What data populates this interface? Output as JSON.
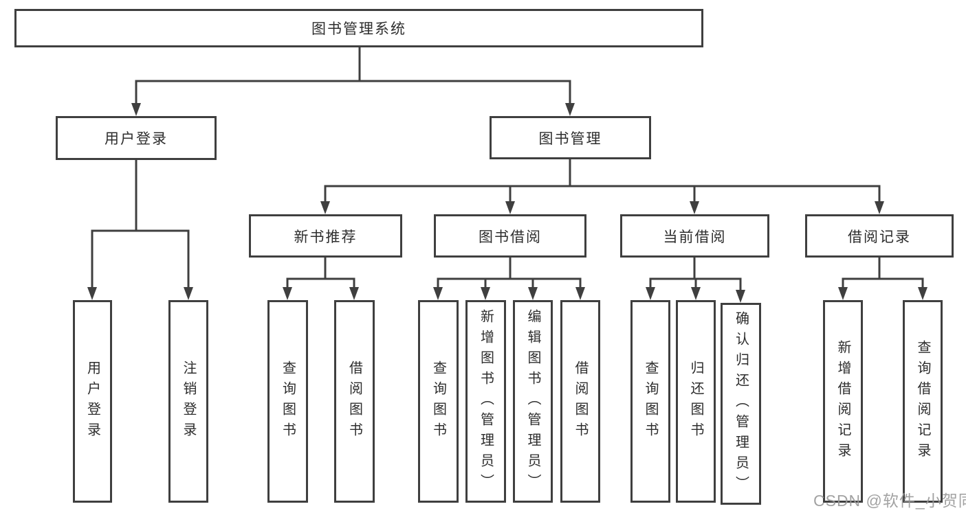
{
  "tree": {
    "root": {
      "label": "图书管理系统"
    },
    "user": {
      "label": "用户登录",
      "children": [
        {
          "label": "用户登录"
        },
        {
          "label": "注销登录"
        }
      ]
    },
    "book": {
      "label": "图书管理",
      "children": [
        {
          "label": "新书推荐",
          "children": [
            {
              "label": "查询图书"
            },
            {
              "label": "借阅图书"
            }
          ]
        },
        {
          "label": "图书借阅",
          "children": [
            {
              "label": "查询图书"
            },
            {
              "label": "新增图书（管理员）"
            },
            {
              "label": "编辑图书（管理员）"
            },
            {
              "label": "借阅图书"
            }
          ]
        },
        {
          "label": "当前借阅",
          "children": [
            {
              "label": "查询图书"
            },
            {
              "label": "归还图书"
            },
            {
              "label": "确认归还（管理员）"
            }
          ]
        },
        {
          "label": "借阅记录",
          "children": [
            {
              "label": "新增借阅记录"
            },
            {
              "label": "查询借阅记录"
            }
          ]
        }
      ]
    }
  },
  "watermark": {
    "text": "CSDN @软件_小贺同学",
    "color": "#999999"
  },
  "colors": {
    "line": "#3f3f3f",
    "border": "#3f3f3f",
    "text": "#2d2d2d",
    "background": "#ffffff"
  }
}
